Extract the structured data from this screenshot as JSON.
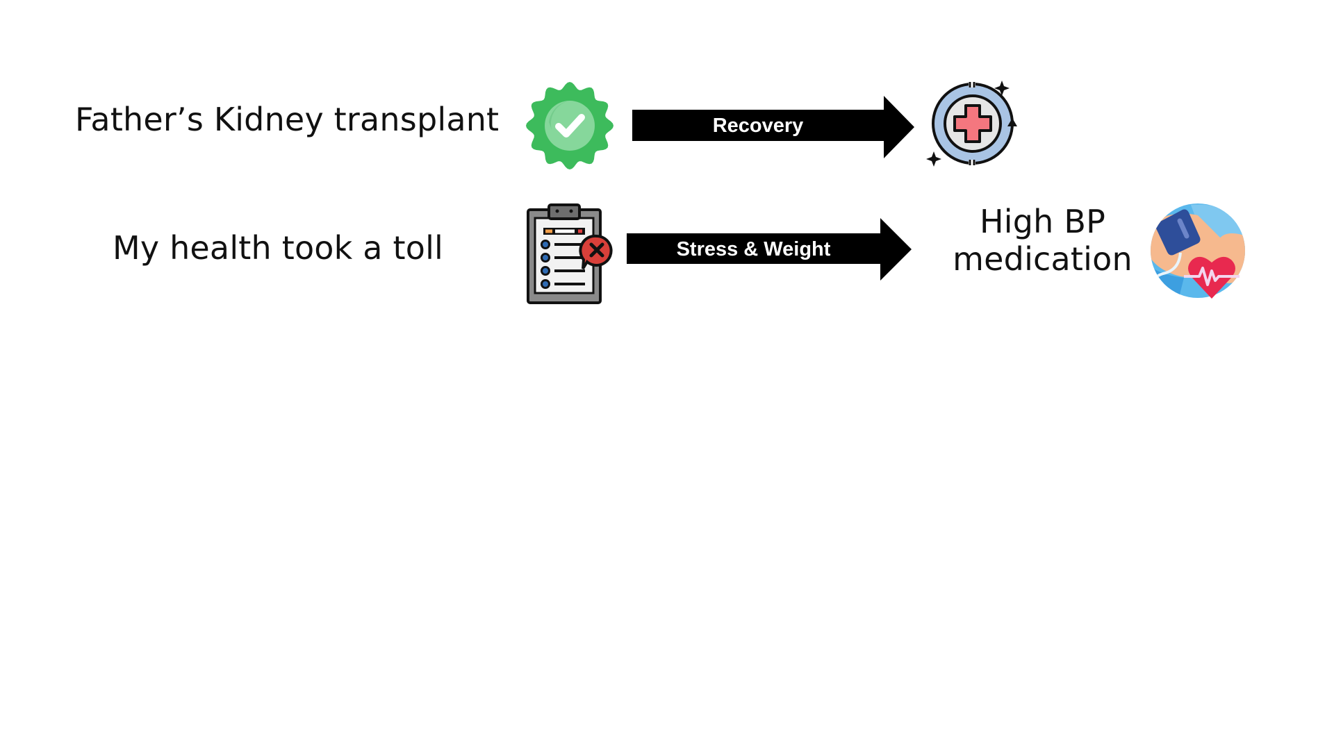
{
  "rows": [
    {
      "cause": "Father’s Kidney transplant",
      "cause_icon": "verified-badge-icon",
      "arrow_label": "Recovery",
      "result_text": "",
      "result_icon": "medical-recovery-cross-icon"
    },
    {
      "cause": "My health took a toll",
      "cause_icon": "clipboard-rejected-icon",
      "arrow_label": "Stress & Weight",
      "result_text": "High BP medication",
      "result_icon": "blood-pressure-heart-icon"
    }
  ],
  "colors": {
    "arrow": "#000000",
    "badge_green": "#3dbb5c",
    "badge_inner": "#86d79b",
    "ring_blue": "#a9c4e4",
    "cross_red": "#f4777f",
    "x_red": "#d9403a",
    "sky_blue": "#5ab8ec",
    "heart_red": "#e8294f"
  }
}
